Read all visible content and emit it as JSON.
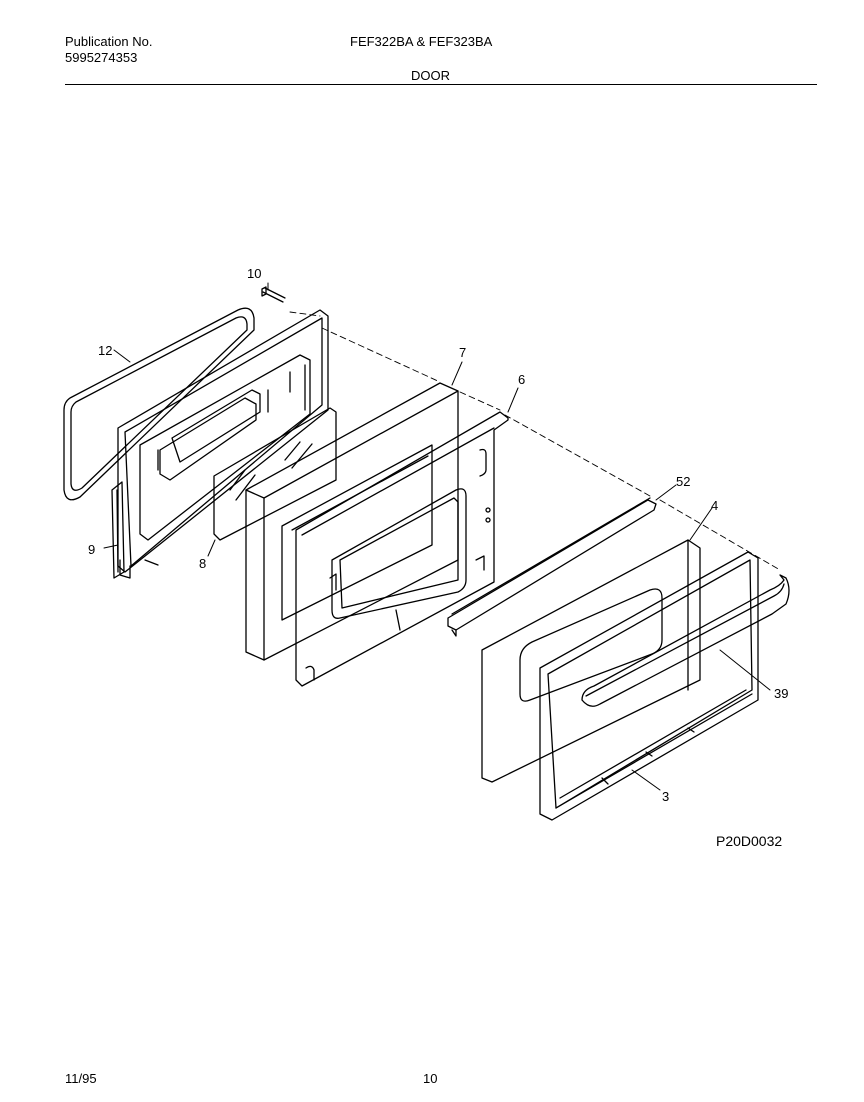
{
  "header": {
    "pub_label": "Publication No.",
    "pub_number": "5995274353",
    "models": "FEF322BA & FEF323BA",
    "section": "DOOR"
  },
  "diagram": {
    "id_code": "P20D0032",
    "callouts": [
      "10",
      "12",
      "9",
      "8",
      "7",
      "6",
      "52",
      "4",
      "39",
      "3"
    ]
  },
  "footer": {
    "date": "11/95",
    "page": "10"
  }
}
